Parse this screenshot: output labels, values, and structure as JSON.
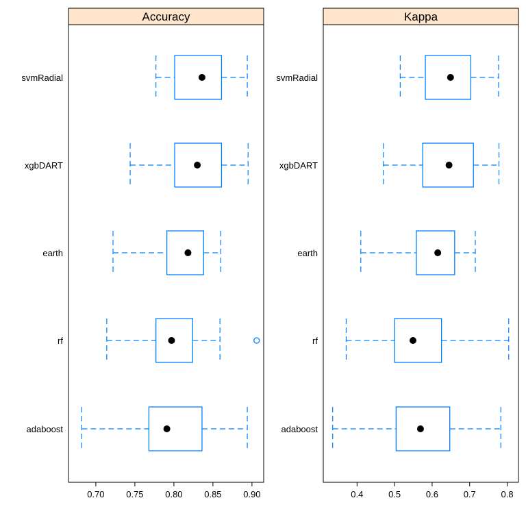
{
  "colors": {
    "strip_fill": "#FFE5CC",
    "box": "#0080FF",
    "median_dot": "#000000",
    "frame": "#000000",
    "background": "#ffffff"
  },
  "chart_data": [
    {
      "type": "boxplot",
      "title": "Accuracy",
      "orientation": "horizontal",
      "categories": [
        "svmRadial",
        "xgbDART",
        "earth",
        "rf",
        "adaboost"
      ],
      "xlim": [
        0.665,
        0.915
      ],
      "xticks": [
        "0.70",
        "0.75",
        "0.80",
        "0.85",
        "0.90"
      ],
      "tick_values": [
        0.7,
        0.75,
        0.8,
        0.85,
        0.9
      ],
      "grid": false,
      "boxes": [
        {
          "name": "svmRadial",
          "whisker_low": 0.777,
          "q1": 0.801,
          "median": 0.836,
          "q3": 0.861,
          "whisker_high": 0.894,
          "outliers": []
        },
        {
          "name": "xgbDART",
          "whisker_low": 0.744,
          "q1": 0.801,
          "median": 0.83,
          "q3": 0.861,
          "whisker_high": 0.895,
          "outliers": []
        },
        {
          "name": "earth",
          "whisker_low": 0.722,
          "q1": 0.791,
          "median": 0.818,
          "q3": 0.838,
          "whisker_high": 0.86,
          "outliers": []
        },
        {
          "name": "rf",
          "whisker_low": 0.714,
          "q1": 0.777,
          "median": 0.797,
          "q3": 0.824,
          "whisker_high": 0.859,
          "outliers": [
            0.906
          ]
        },
        {
          "name": "adaboost",
          "whisker_low": 0.682,
          "q1": 0.768,
          "median": 0.791,
          "q3": 0.836,
          "whisker_high": 0.894,
          "outliers": []
        }
      ]
    },
    {
      "type": "boxplot",
      "title": "Kappa",
      "orientation": "horizontal",
      "categories": [
        "svmRadial",
        "xgbDART",
        "earth",
        "rf",
        "adaboost"
      ],
      "xlim": [
        0.31,
        0.83
      ],
      "xticks": [
        "0.4",
        "0.5",
        "0.6",
        "0.7",
        "0.8"
      ],
      "tick_values": [
        0.4,
        0.5,
        0.6,
        0.7,
        0.8
      ],
      "grid": false,
      "boxes": [
        {
          "name": "svmRadial",
          "whisker_low": 0.515,
          "q1": 0.582,
          "median": 0.649,
          "q3": 0.703,
          "whisker_high": 0.777,
          "outliers": []
        },
        {
          "name": "xgbDART",
          "whisker_low": 0.47,
          "q1": 0.575,
          "median": 0.645,
          "q3": 0.71,
          "whisker_high": 0.778,
          "outliers": []
        },
        {
          "name": "earth",
          "whisker_low": 0.41,
          "q1": 0.558,
          "median": 0.615,
          "q3": 0.66,
          "whisker_high": 0.715,
          "outliers": []
        },
        {
          "name": "rf",
          "whisker_low": 0.371,
          "q1": 0.5,
          "median": 0.549,
          "q3": 0.625,
          "whisker_high": 0.804,
          "outliers": []
        },
        {
          "name": "adaboost",
          "whisker_low": 0.335,
          "q1": 0.504,
          "median": 0.569,
          "q3": 0.647,
          "whisker_high": 0.783,
          "outliers": []
        }
      ]
    }
  ]
}
